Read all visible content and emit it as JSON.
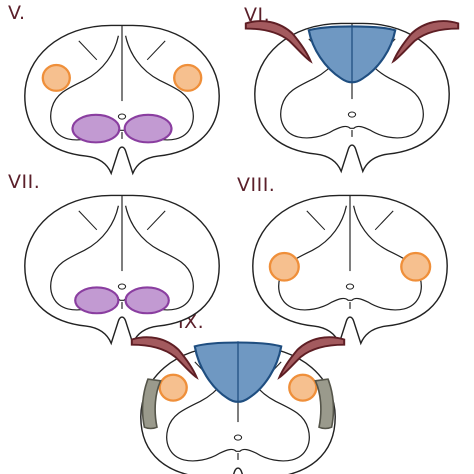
{
  "labels": {
    "v": "V.",
    "vi": "VI.",
    "vii": "VII.",
    "viii": "VIII.",
    "ix": "IX."
  },
  "colors": {
    "outline": "#222222",
    "orange_fill": "#f6c08f",
    "orange_stroke": "#ef8f3a",
    "purple_fill": "#c29ad2",
    "purple_stroke": "#8a3ea0",
    "blue_fill": "#6f98c2",
    "blue_stroke": "#1f4e80",
    "maroon_fill": "#a35a5e",
    "maroon_stroke": "#5e1e24",
    "gray_fill": "#9a9a8c",
    "label_color": "#5a1f2a"
  },
  "icons": {
    "orange": "orange-lateral-circle",
    "purple": "purple-ventral-oval",
    "blue": "blue-dorsal-column",
    "maroon": "maroon-dorsal-root",
    "gray": "gray-lateral-band"
  }
}
